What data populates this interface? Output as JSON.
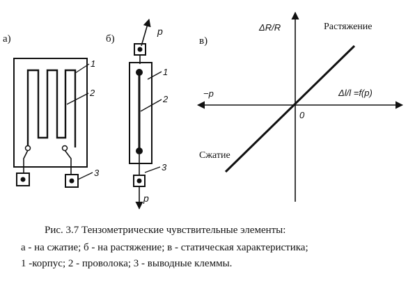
{
  "panels": {
    "a": {
      "label": "а)",
      "callout_1": "1",
      "callout_2": "2",
      "callout_3": "3"
    },
    "b": {
      "label": "б)",
      "force_top": "p",
      "force_bottom": "p",
      "callout_1": "1",
      "callout_2": "2",
      "callout_3": "3"
    },
    "c": {
      "label": "в)",
      "y_axis_label": "ΔR/R",
      "x_axis_label": "Δl/l =f(p)",
      "neg_x_label": "−p",
      "origin_label": "0",
      "upper_label": "Растяжение",
      "lower_label": "Сжатие"
    }
  },
  "caption": {
    "title": "Рис. 3.7 Тензометрические чувствительные элементы:",
    "line1": "а - на сжатие; б - на растяжение; в - статическая характеристика;",
    "line2": "1 -корпус; 2 - проволока; 3 - выводные клеммы."
  }
}
